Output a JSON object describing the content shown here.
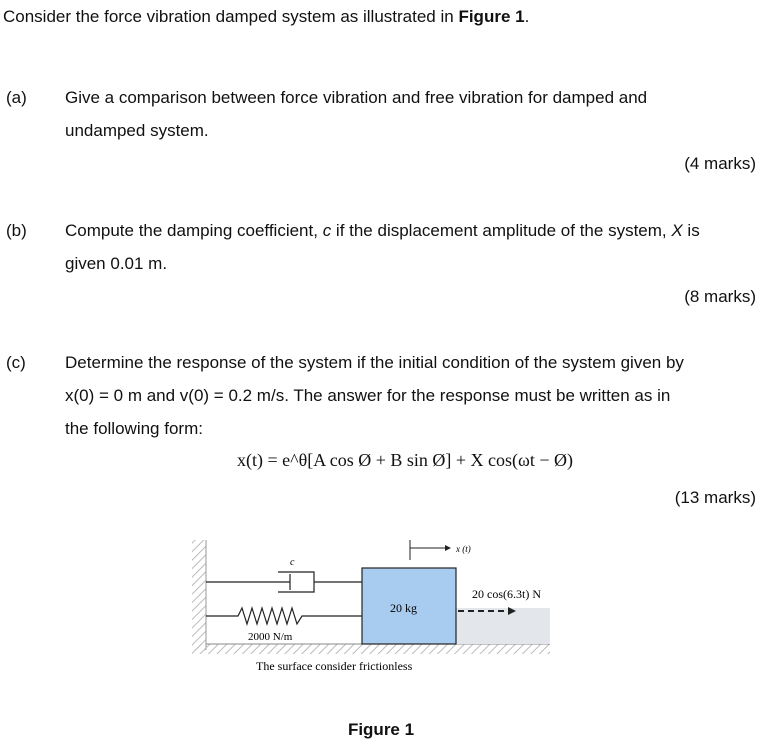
{
  "intro": {
    "text_before": "Consider the force vibration damped system as illustrated in ",
    "figure_ref": "Figure 1",
    "text_after": "."
  },
  "questions": [
    {
      "label": "(a)",
      "text_line1": "Give a comparison between force vibration and free vibration for damped and",
      "text_line2": "undamped system.",
      "marks": "(4 marks)"
    },
    {
      "label": "(b)",
      "text_line1_a": "Compute the damping coefficient, ",
      "text_line1_var": "c",
      "text_line1_b": " if the displacement amplitude of the system, ",
      "text_line1_var2": "X",
      "text_line1_c": " is",
      "text_line2": "given 0.01 m.",
      "marks": "(8 marks)"
    },
    {
      "label": "(c)",
      "text_line1": "Determine the response of the system if the initial condition of the system given by",
      "text_line2": "x(0) = 0 m and v(0) = 0.2 m/s. The answer for the response must be written as in",
      "text_line3": "the following form:",
      "equation": "x(t) = e^θ[A cos Ø + B sin Ø] + X cos(ωt − Ø)",
      "marks": "(13 marks)"
    }
  ],
  "figure": {
    "damper_label": "c",
    "displacement_label": "x (t)",
    "mass_label": "20 kg",
    "force_label": "20 cos(6.3t) N",
    "spring_label": "2000 N/m",
    "surface_note": "The surface consider frictionless",
    "caption": "Figure 1"
  }
}
